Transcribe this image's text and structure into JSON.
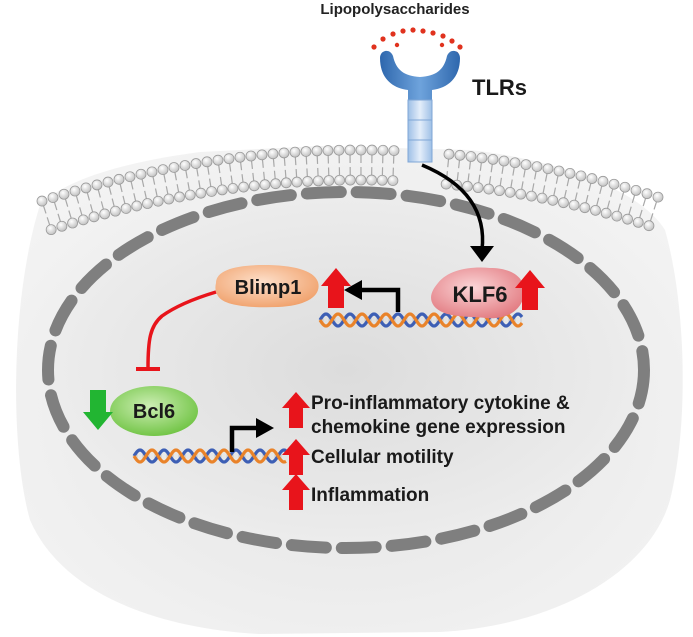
{
  "labels": {
    "ligand": "Lipopolysaccharides",
    "receptor": "TLRs",
    "klf6": "KLF6",
    "blimp1": "Blimp1",
    "bcl6": "Bcl6"
  },
  "outcomes": [
    {
      "lines": [
        "Pro-inflammatory cytokine &",
        "chemokine gene expression"
      ],
      "direction": "up"
    },
    {
      "lines": [
        "Cellular motility"
      ],
      "direction": "up"
    },
    {
      "lines": [
        "Inflammation"
      ],
      "direction": "up"
    }
  ],
  "regulation": {
    "klf6": "up",
    "blimp1": "up",
    "bcl6": "down"
  },
  "colors": {
    "up_arrow": "#e8141b",
    "down_arrow": "#22b532",
    "inhibition": "#e8141b",
    "activation": "#000000",
    "klf6_fill": "#e8868a",
    "blimp1_fill": "#f4ad7e",
    "bcl6_fill": "#7fce4f",
    "receptor": "#3a78c2",
    "lps_dots": "#e0321e",
    "dna_strand_a": "#e9832a",
    "dna_strand_b": "#3d5fb5",
    "cell": "#ededed",
    "nucleus_border": "#7f7f7f",
    "membrane_head": "#d9d9d9"
  }
}
